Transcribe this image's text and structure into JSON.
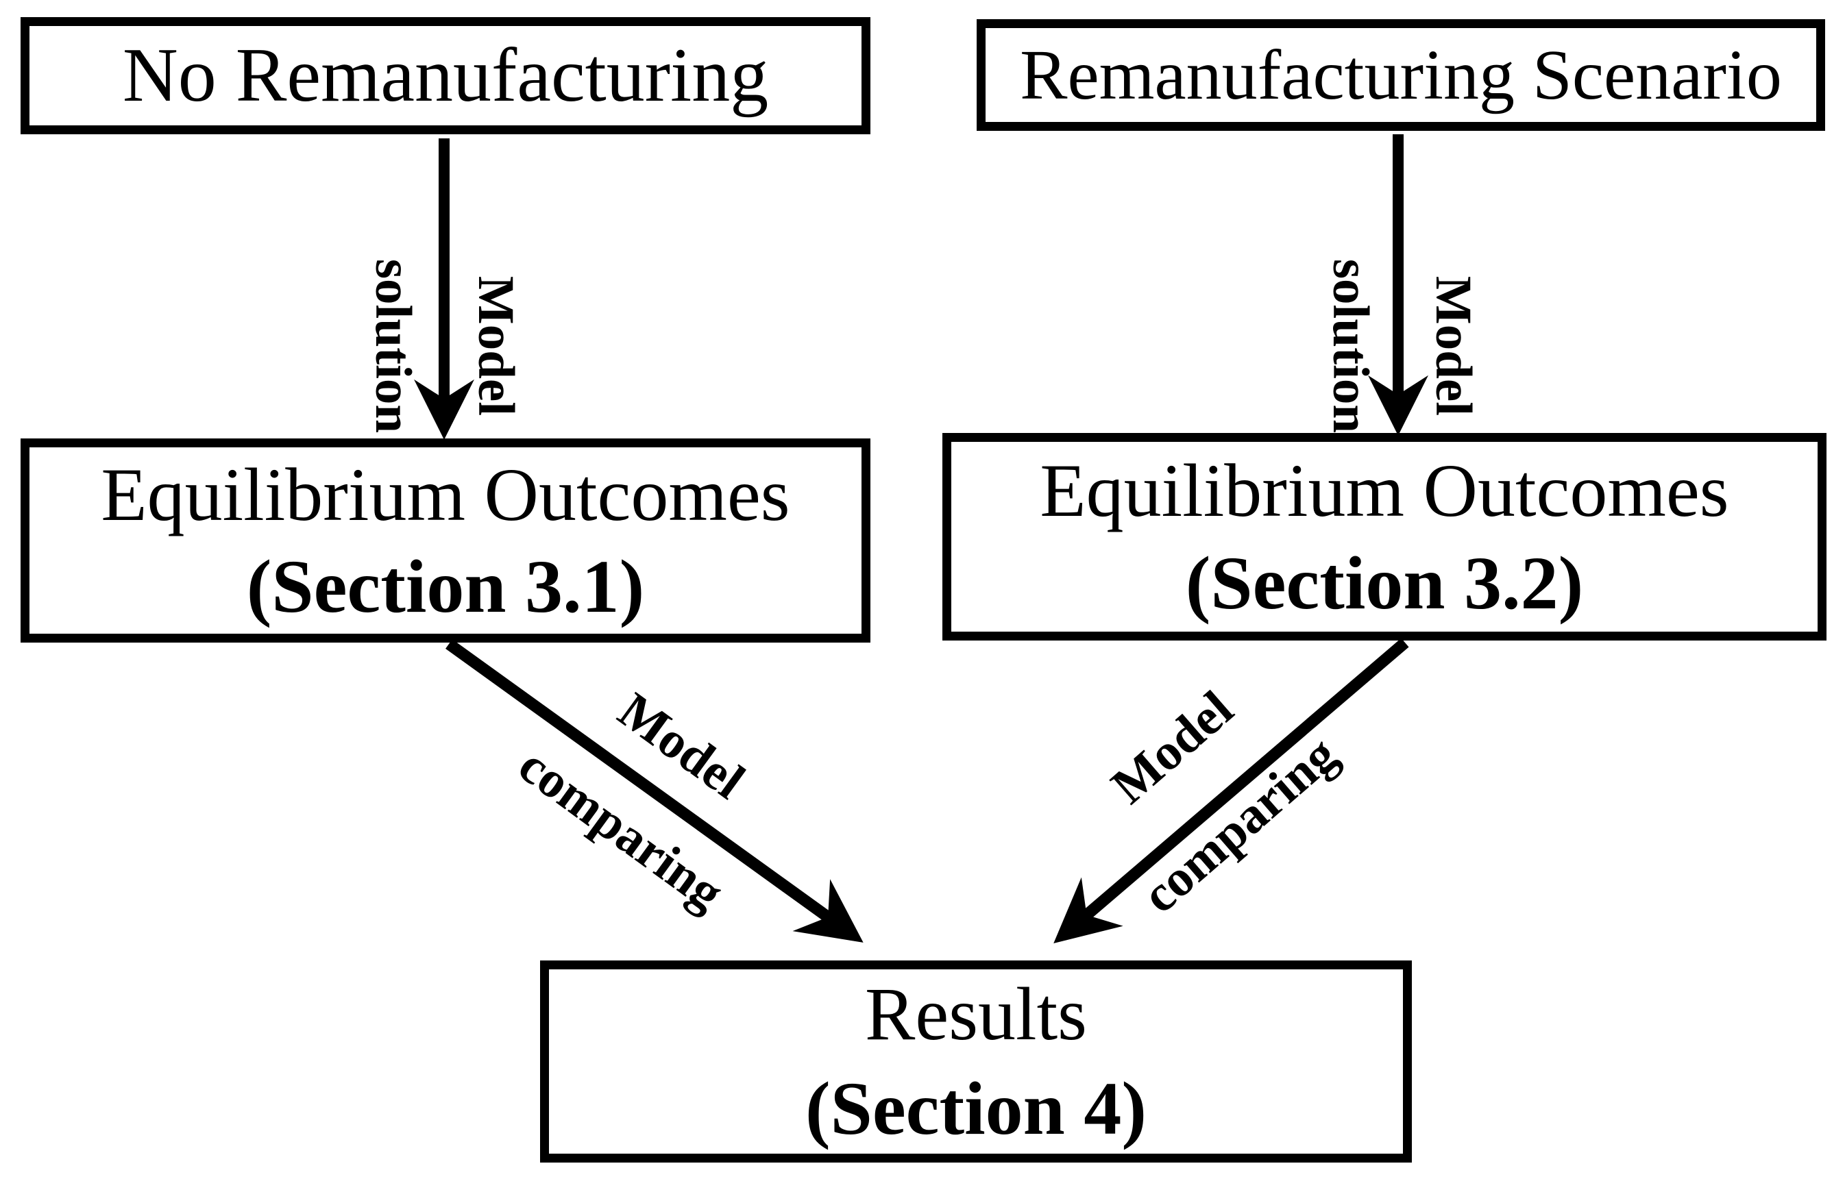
{
  "diagram": {
    "background_color": "#ffffff",
    "stroke_color": "#000000",
    "nodes": {
      "no_reman": {
        "line1": "No Remanufacturing"
      },
      "reman_scenario": {
        "line1": "Remanufacturing Scenario"
      },
      "eq_31": {
        "line1": "Equilibrium Outcomes",
        "line2": "(Section 3.1)"
      },
      "eq_32": {
        "line1": "Equilibrium Outcomes",
        "line2": "(Section 3.2)"
      },
      "results": {
        "line1": "Results",
        "line2": "(Section 4)"
      }
    },
    "edges": {
      "left_vertical": {
        "from": "No Remanufacturing",
        "to": "Equilibrium Outcomes (Section 3.1)",
        "label_line1": "Model",
        "label_line2": "solution"
      },
      "right_vertical": {
        "from": "Remanufacturing Scenario",
        "to": "Equilibrium Outcomes (Section 3.2)",
        "label_line1": "Model",
        "label_line2": "solution"
      },
      "left_diagonal": {
        "from": "Equilibrium Outcomes (Section 3.1)",
        "to": "Results (Section 4)",
        "label_line1": "Model",
        "label_line2": "comparing"
      },
      "right_diagonal": {
        "from": "Equilibrium Outcomes (Section 3.2)",
        "to": "Results (Section 4)",
        "label_line1": "Model",
        "label_line2": "comparing"
      }
    }
  }
}
